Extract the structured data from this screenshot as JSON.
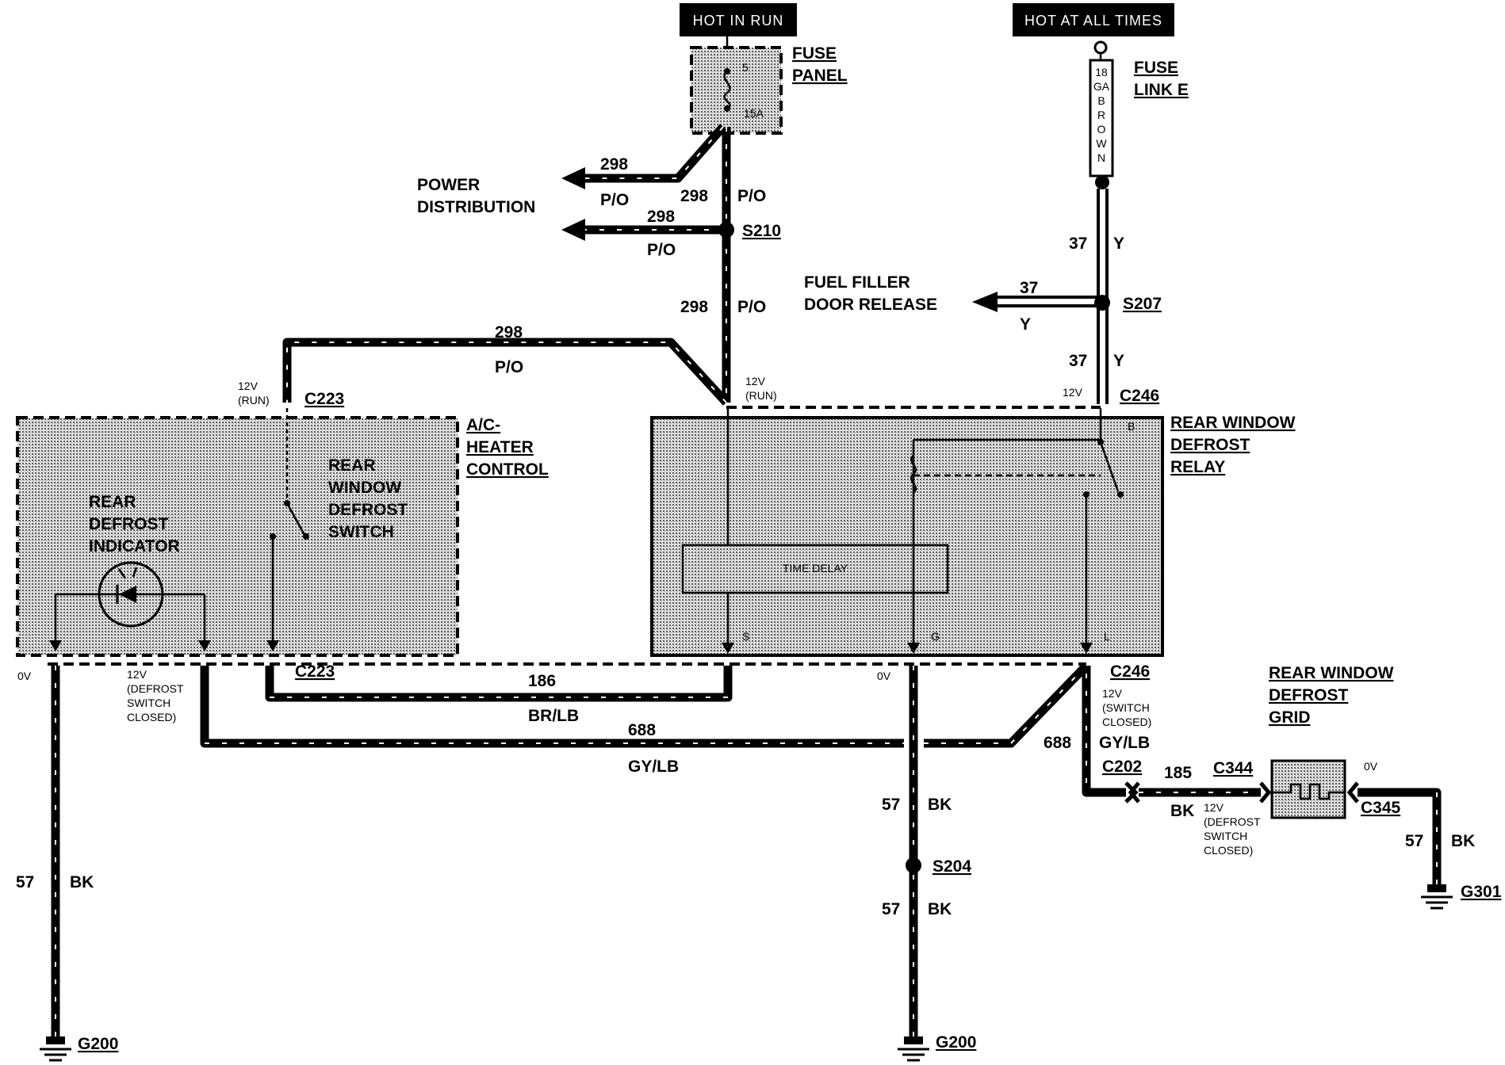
{
  "power": {
    "hot_in_run": "HOT IN RUN",
    "hot_at_all_times": "HOT AT ALL TIMES"
  },
  "fuse_panel": {
    "title_line1": "FUSE",
    "title_line2": "PANEL",
    "fuse_number": "5",
    "fuse_rating": "15A"
  },
  "fuse_link": {
    "title_line1": "FUSE",
    "title_line2": "LINK E",
    "spec": [
      "18",
      "GA",
      "B",
      "R",
      "O",
      "W",
      "N"
    ]
  },
  "destinations": {
    "power_line1": "POWER",
    "power_line2": "DISTRIBUTION",
    "fuel_line1": "FUEL FILLER",
    "fuel_line2": "DOOR RELEASE"
  },
  "splices": {
    "s210": "S210",
    "s207": "S207",
    "s204": "S204"
  },
  "connectors": {
    "c223": "C223",
    "c246": "C246",
    "c202": "C202",
    "c344": "C344",
    "c345": "C345"
  },
  "grounds": {
    "g200": "G200",
    "g301": "G301"
  },
  "components": {
    "ac_heater": [
      "A/C-",
      "HEATER",
      "CONTROL"
    ],
    "switch": [
      "REAR",
      "WINDOW",
      "DEFROST",
      "SWITCH"
    ],
    "indicator": [
      "REAR",
      "DEFROST",
      "INDICATOR"
    ],
    "relay": [
      "REAR WINDOW",
      "DEFROST",
      "RELAY"
    ],
    "time_delay": "TIME DELAY",
    "grid": [
      "REAR WINDOW",
      "DEFROST",
      "GRID"
    ]
  },
  "pins": {
    "b": "B",
    "s": "S",
    "g": "G",
    "l": "L"
  },
  "voltages": {
    "v12": "12V",
    "run": "(RUN)",
    "v0": "0V",
    "defrost_closed": [
      "12V",
      "(DEFROST",
      "SWITCH",
      "CLOSED)"
    ],
    "switch_closed": [
      "12V",
      "(SWITCH",
      "CLOSED)"
    ]
  },
  "wires": {
    "c298": "298",
    "c37": "37",
    "c57": "57",
    "c186": "186",
    "c688": "688",
    "c185": "185",
    "po": "P/O",
    "y": "Y",
    "bk": "BK",
    "brlb": "BR/LB",
    "gylb": "GY/LB"
  }
}
